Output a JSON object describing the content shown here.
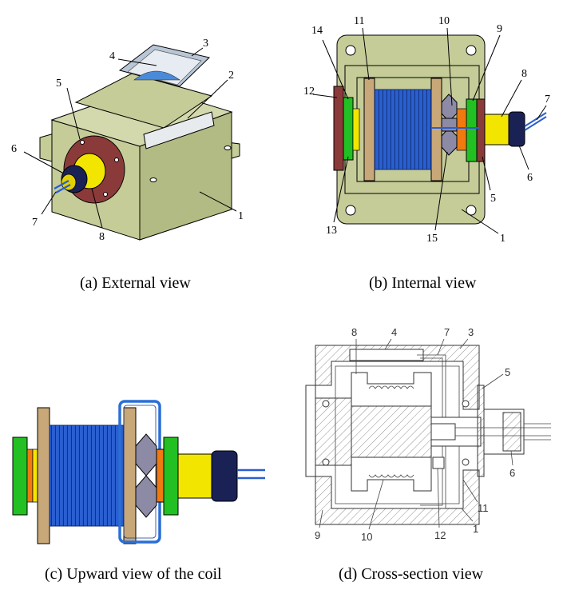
{
  "captions": {
    "a": "(a)  External view",
    "b": "(b)  Internal view",
    "c": "(c)  Upward view of the coil",
    "d": "(d)  Cross-section view"
  },
  "labels_a": [
    "1",
    "2",
    "3",
    "4",
    "5",
    "6",
    "7",
    "8"
  ],
  "labels_b": [
    "1",
    "5",
    "6",
    "7",
    "8",
    "9",
    "10",
    "11",
    "12",
    "13",
    "14",
    "15"
  ],
  "labels_d": [
    "1",
    "3",
    "4",
    "5",
    "6",
    "7",
    "8",
    "9",
    "10",
    "11",
    "12"
  ],
  "colors": {
    "housing": "#c5cc98",
    "housing_dark": "#aab27a",
    "flange": "#8b3a3a",
    "yellow": "#f2e600",
    "navy": "#1a2255",
    "coil_blue": "#2a5fd0",
    "green": "#22c022",
    "orange": "#f07a10",
    "tan": "#c8a878",
    "nut_gray": "#8d8aa6",
    "frame_blue": "#2a6fd6"
  }
}
